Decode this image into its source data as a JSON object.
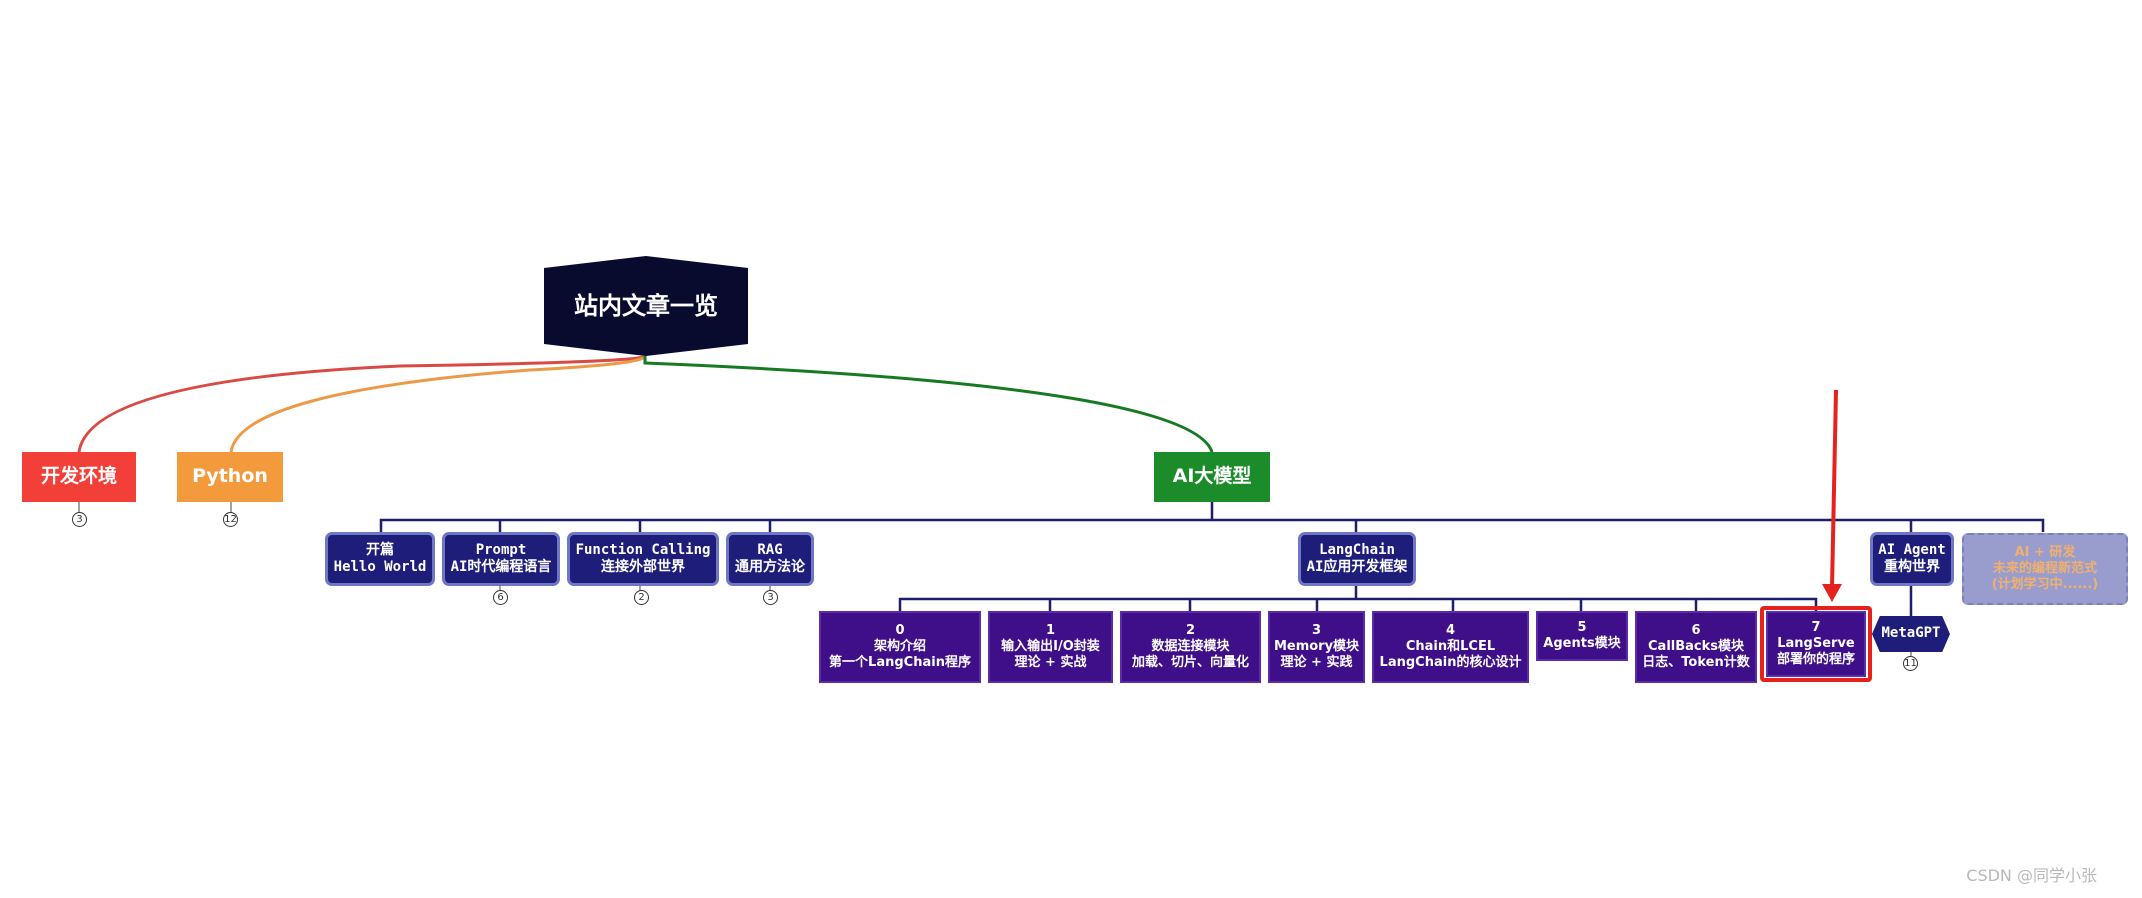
{
  "root": {
    "label": "站内文章一览"
  },
  "categories": [
    {
      "label": "开发环境",
      "badge": "3"
    },
    {
      "label": "Python",
      "badge": "12"
    },
    {
      "label": "AI大模型"
    }
  ],
  "ai_children": [
    {
      "line1": "开篇",
      "line2": "Hello World"
    },
    {
      "line1": "Prompt",
      "line2": "AI时代编程语言",
      "badge": "6"
    },
    {
      "line1": "Function Calling",
      "line2": "连接外部世界",
      "badge": "2"
    },
    {
      "line1": "RAG",
      "line2": "通用方法论",
      "badge": "3"
    },
    {
      "line1": "LangChain",
      "line2": "AI应用开发框架"
    },
    {
      "line1": "AI Agent",
      "line2": "重构世界"
    },
    {
      "line1": "AI + 研发",
      "line2": "未来的编程新范式",
      "line3": "(计划学习中......)"
    }
  ],
  "langchain_modules": [
    {
      "num": "0",
      "line1": "架构介绍",
      "line2": "第一个LangChain程序"
    },
    {
      "num": "1",
      "line1": "输入输出I/O封装",
      "line2": "理论 + 实战"
    },
    {
      "num": "2",
      "line1": "数据连接模块",
      "line2": "加载、切片、向量化"
    },
    {
      "num": "3",
      "line1": "Memory模块",
      "line2": "理论 + 实践"
    },
    {
      "num": "4",
      "line1": "Chain和LCEL",
      "line2": "LangChain的核心设计"
    },
    {
      "num": "5",
      "line1": "Agents模块",
      "line2": ""
    },
    {
      "num": "6",
      "line1": "CallBacks模块",
      "line2": "日志、Token计数"
    },
    {
      "num": "7",
      "line1": "LangServe",
      "line2": "部署你的程序"
    }
  ],
  "agent_child": {
    "label": "MetaGPT",
    "badge": "11"
  },
  "watermark": "CSDN @同学小张",
  "colors": {
    "highlight": "#e5221c",
    "root": "#080b2e",
    "leaf": "#3e0f89",
    "mid": "#1e1e7a"
  }
}
